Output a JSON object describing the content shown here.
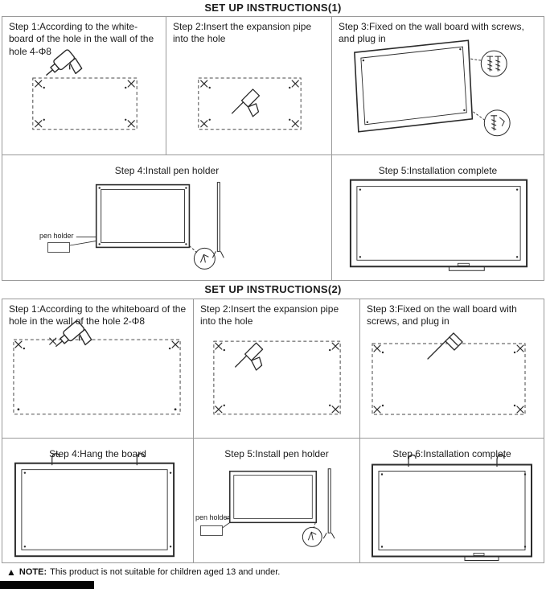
{
  "section1": {
    "title": "SET UP INSTRUCTIONS(1)",
    "steps": [
      {
        "label": "Step 1:According to the white-board of the hole in the wall of the hole 4-Φ8"
      },
      {
        "label": "Step 2:Insert the expansion pipe into the hole"
      },
      {
        "label": "Step 3:Fixed on the wall board with screws, and plug in"
      },
      {
        "label": "Step 4:Install pen holder",
        "annotation": "pen holder"
      },
      {
        "label": "Step 5:Installation complete"
      }
    ]
  },
  "section2": {
    "title": "SET UP INSTRUCTIONS(2)",
    "steps": [
      {
        "label": "Step 1:According to the whiteboard of the hole in the wall of the hole 2-Φ8"
      },
      {
        "label": "Step 2:Insert the expansion pipe into the hole"
      },
      {
        "label": "Step 3:Fixed on the wall board with screws, and plug in"
      },
      {
        "label": "Step 4:Hang the board"
      },
      {
        "label": "Step 5:Install pen holder",
        "annotation": "pen holder"
      },
      {
        "label": "Step 6:Installation complete"
      }
    ]
  },
  "note": {
    "icon": "▲",
    "label": "NOTE:",
    "text": "This product is not suitable for children aged 13 and under."
  }
}
